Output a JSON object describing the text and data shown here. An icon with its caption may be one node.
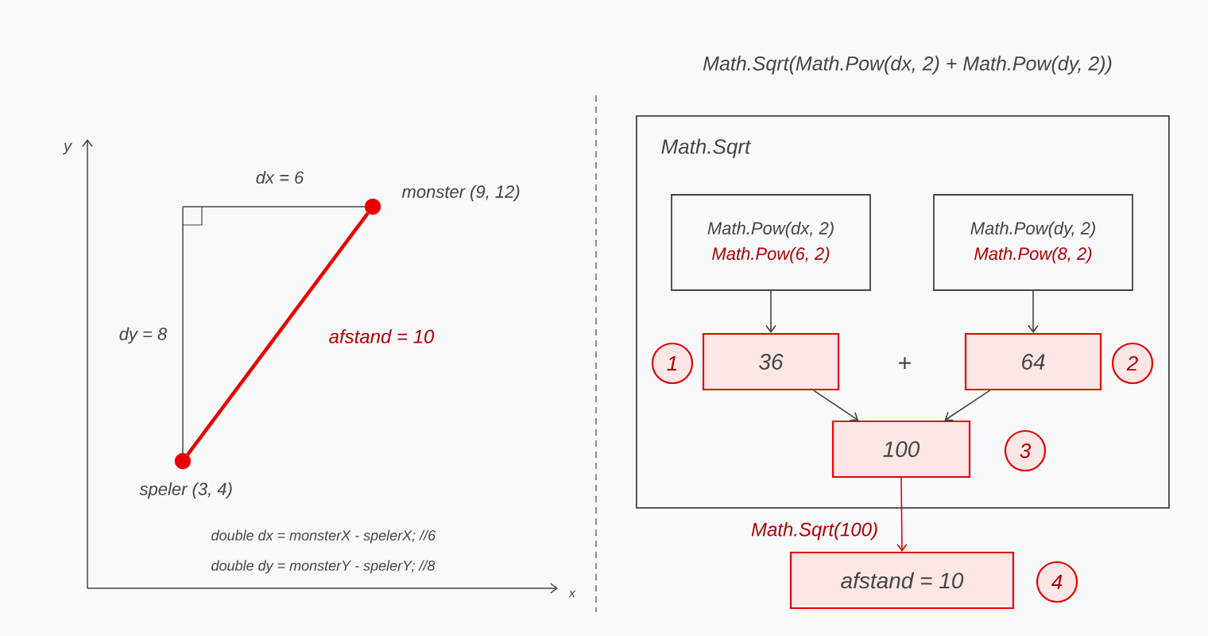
{
  "diagram": {
    "title": "Math.Sqrt(Math.Pow(dx, 2) + Math.Pow(dy, 2))",
    "nodes": [
      {
        "text": [],
        "shape": "circle",
        "beside": [
          "speler (3, 4)"
        ]
      },
      {
        "text": [],
        "shape": "circle",
        "beside": [
          "monster (9, 12)"
        ]
      },
      {
        "text": [
          "Math.Sqrt"
        ]
      },
      {
        "text": [
          "Math.Pow(dx, 2)",
          "Math.Pow(6, 2)"
        ],
        "in": 2
      },
      {
        "text": [
          "Math.Pow(dy, 2)",
          "Math.Pow(8, 2)"
        ],
        "in": 2
      },
      {
        "text": [
          "1"
        ],
        "in": 2
      },
      {
        "text": [
          "36"
        ],
        "in": 2
      },
      {
        "text": [
          "64"
        ],
        "in": 2
      },
      {
        "text": [
          "2"
        ],
        "in": 2
      },
      {
        "text": [
          "100"
        ],
        "in": 2
      },
      {
        "text": [
          "3"
        ],
        "in": 2
      },
      {
        "text": [
          "afstand = 10"
        ]
      },
      {
        "text": [
          "4"
        ]
      }
    ],
    "edges": [
      {
        "from": 0,
        "to": 1,
        "arrow": "none",
        "label": "afstand = 10",
        "style": "thick",
        "color": "#ff0000"
      },
      {
        "from": 3,
        "to": 6,
        "arrow": "to"
      },
      {
        "from": 4,
        "to": 7,
        "arrow": "to"
      },
      {
        "from": 6,
        "to": 9,
        "arrow": "to"
      },
      {
        "from": 7,
        "to": 9,
        "arrow": "to"
      },
      {
        "from": 9,
        "to": 11,
        "arrow": "to",
        "label": "Math.Sqrt(100)",
        "color": "#ff0000"
      }
    ],
    "labels": [
      "y",
      "dx = 6",
      "dy = 8",
      "double dx = monsterX - spelerX; //6",
      "double dy = monsterY - spelerY; //8",
      "x",
      "+"
    ]
  }
}
